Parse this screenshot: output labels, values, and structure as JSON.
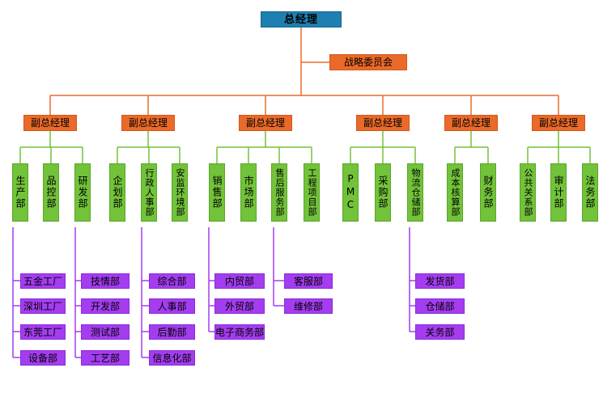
{
  "colors": {
    "ceo": "#1f7fb0",
    "vp": "#ea6a2a",
    "dept": "#72c23a",
    "sub": "#a43df0",
    "line_top": "#ea6a2a",
    "line_mid": "#72c23a",
    "line_sub": "#a43df0"
  },
  "ceo": "总经理",
  "committee": "战略委员会",
  "vps": [
    {
      "label": "副总经理",
      "depts": [
        {
          "label": "生产部",
          "subs": [
            "五金工厂",
            "深圳工厂",
            "东莞工厂",
            "设备部"
          ]
        },
        {
          "label": "品控部",
          "subs": []
        },
        {
          "label": "研发部",
          "subs": [
            "技情部",
            "开发部",
            "测试部",
            "工艺部"
          ]
        }
      ]
    },
    {
      "label": "副总经理",
      "depts": [
        {
          "label": "企划部",
          "subs": []
        },
        {
          "label": "行政人事部",
          "subs": [
            "综合部",
            "人事部",
            "后勤部",
            "信息化部"
          ]
        },
        {
          "label": "安监环境部",
          "subs": []
        }
      ]
    },
    {
      "label": "副总经理",
      "depts": [
        {
          "label": "销售部",
          "subs": [
            "内贸部",
            "外贸部",
            "电子商务部"
          ]
        },
        {
          "label": "市场部",
          "subs": []
        },
        {
          "label": "售后服务部",
          "subs": [
            "客服部",
            "维修部"
          ]
        },
        {
          "label": "工程项目部",
          "subs": []
        }
      ]
    },
    {
      "label": "副总经理",
      "depts": [
        {
          "label": "PMC",
          "subs": []
        },
        {
          "label": "采购部",
          "subs": []
        },
        {
          "label": "物流仓储部",
          "subs": [
            "发货部",
            "仓储部",
            "关务部"
          ]
        }
      ]
    },
    {
      "label": "副总经理",
      "depts": [
        {
          "label": "成本核算部",
          "subs": []
        },
        {
          "label": "财务部",
          "subs": []
        }
      ]
    },
    {
      "label": "副总经理",
      "depts": [
        {
          "label": "公共关系部",
          "subs": []
        },
        {
          "label": "审计部",
          "subs": []
        },
        {
          "label": "法务部",
          "subs": []
        }
      ]
    }
  ]
}
